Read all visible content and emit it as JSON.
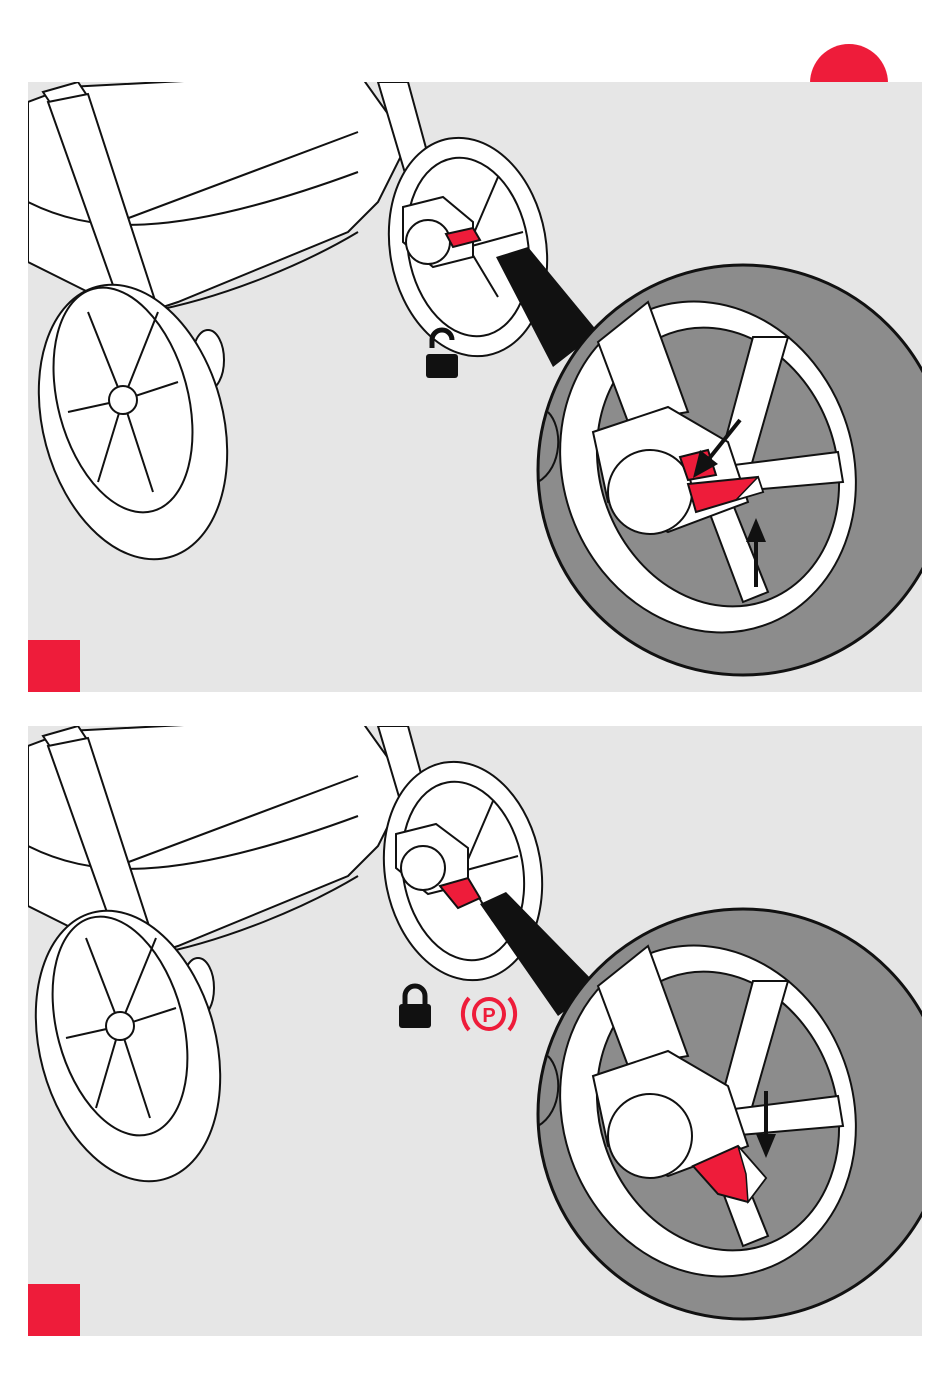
{
  "colors": {
    "accent": "#ee1c3a",
    "panel_background": "#e6e6e6",
    "line": "#111111",
    "tire": "#8c8c8c"
  },
  "page_marker": {
    "shape": "circle",
    "color": "#ee1c3a"
  },
  "panels": [
    {
      "step_marker_color": "#ee1c3a",
      "brake_state": "unlocked",
      "status_icons": [
        "unlocked-padlock-icon"
      ],
      "arrows": [
        "pedal-press-diagonal-arrow",
        "pedal-lift-up-arrow"
      ]
    },
    {
      "step_marker_color": "#ee1c3a",
      "brake_state": "locked",
      "status_icons": [
        "locked-padlock-icon",
        "parking-brake-icon"
      ],
      "parking_brake_symbol": "P",
      "arrows": [
        "pedal-press-down-arrow"
      ]
    }
  ]
}
